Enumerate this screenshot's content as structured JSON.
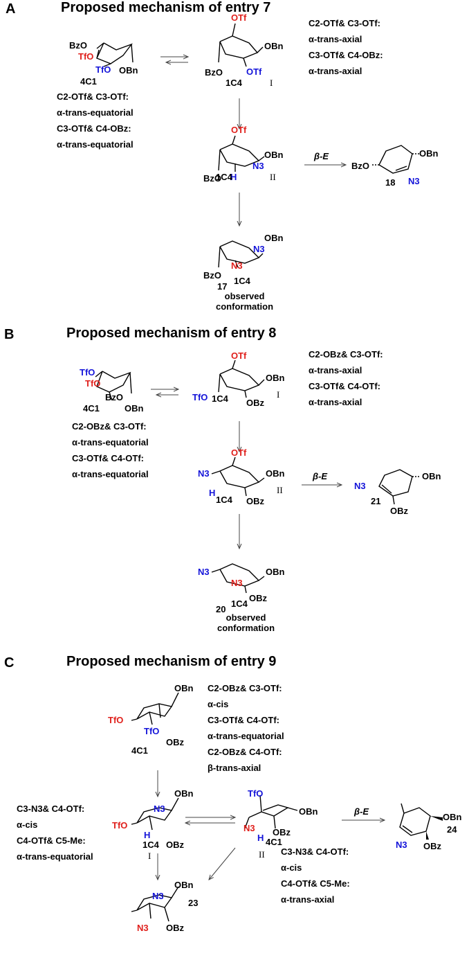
{
  "panels": [
    {
      "letter": "A",
      "title": "Proposed mechanism of entry 7",
      "start": {
        "labels": [
          "BzO",
          "TfO",
          "TfO",
          "OBn"
        ],
        "conformation": "4C1"
      },
      "start_notes": [
        "C2-OTf& C3-OTf:",
        "α-trans-equatorial",
        "C3-OTf& C4-OBz:",
        "α-trans-equatorial"
      ],
      "int1": {
        "labels": [
          "OTf",
          "OBn",
          "OTf",
          "BzO"
        ],
        "conformation": "1C4",
        "roman": "I"
      },
      "int1_notes": [
        "C2-OTf& C3-OTf:",
        "α-trans-axial",
        "C3-OTf& C4-OBz:",
        "α-trans-axial"
      ],
      "int2": {
        "labels": [
          "OTf",
          "OBn",
          "N3",
          "H",
          "BzO"
        ],
        "conformation": "1C4",
        "roman": "II"
      },
      "elim_label": "β-E",
      "elim_product": {
        "labels": [
          "BzO",
          "OBn",
          "N3"
        ],
        "number": "18"
      },
      "product": {
        "labels": [
          "OBn",
          "N3",
          "N3",
          "BzO"
        ],
        "number": "17",
        "conformation": "1C4",
        "caption": [
          "observed",
          "conformation"
        ]
      }
    },
    {
      "letter": "B",
      "title": "Proposed mechanism of entry 8",
      "start": {
        "labels": [
          "TfO",
          "TfO",
          "BzO",
          "OBn"
        ],
        "conformation": "4C1"
      },
      "start_notes": [
        "C2-OBz& C3-OTf:",
        "α-trans-equatorial",
        "C3-OTf& C4-OTf:",
        "α-trans-equatorial"
      ],
      "int1": {
        "labels": [
          "OTf",
          "OBn",
          "TfO",
          "OBz"
        ],
        "conformation": "1C4",
        "roman": "I"
      },
      "int1_notes": [
        "C2-OBz& C3-OTf:",
        "α-trans-axial",
        "C3-OTf& C4-OTf:",
        "α-trans-axial"
      ],
      "int2": {
        "labels": [
          "OTf",
          "N3",
          "OBn",
          "H",
          "OBz"
        ],
        "conformation": "1C4",
        "roman": "II"
      },
      "elim_label": "β-E",
      "elim_product": {
        "labels": [
          "N3",
          "OBn",
          "OBz"
        ],
        "number": "21"
      },
      "product": {
        "labels": [
          "N3",
          "OBn",
          "N3",
          "OBz"
        ],
        "number": "20",
        "conformation": "1C4",
        "caption": [
          "observed",
          "conformation"
        ]
      }
    },
    {
      "letter": "C",
      "title": "Proposed mechanism of entry 9",
      "start": {
        "labels": [
          "OBn",
          "TfO",
          "TfO",
          "OBz"
        ],
        "conformation": "4C1"
      },
      "start_notes": [
        "C2-OBz& C3-OTf:",
        "α-cis",
        "C3-OTf& C4-OTf:",
        "α-trans-equatorial",
        "C2-OBz& C4-OTf:",
        "β-trans-axial"
      ],
      "int1": {
        "labels": [
          "N3",
          "OBn",
          "TfO",
          "H",
          "OBz"
        ],
        "conformation": "1C4",
        "roman": "I"
      },
      "int1_notes": [
        "C3-N3& C4-OTf:",
        "α-cis",
        "C4-OTf& C5-Me:",
        "α-trans-equatorial"
      ],
      "int2": {
        "labels": [
          "TfO",
          "N3",
          "OBn",
          "H",
          "OBz"
        ],
        "conformation": "4C1",
        "roman": "II"
      },
      "int2_notes": [
        "C3-N3& C4-OTf:",
        "α-cis",
        "C4-OTf& C5-Me:",
        "α-trans-axial"
      ],
      "elim_label": "β-E",
      "elim_product": {
        "labels": [
          "OBn",
          "N3",
          "OBz"
        ],
        "number": "24"
      },
      "product": {
        "labels": [
          "OBn",
          "N3",
          "N3",
          "OBz"
        ],
        "number": "23"
      }
    }
  ]
}
